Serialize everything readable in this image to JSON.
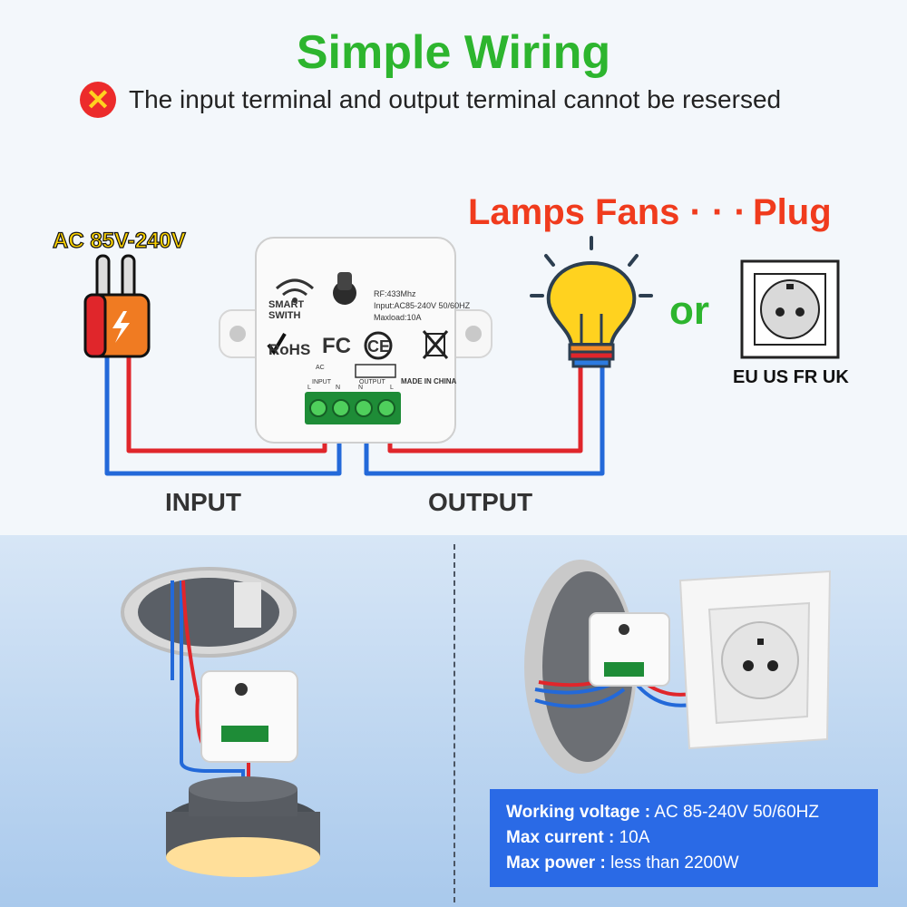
{
  "title": "Simple Wiring",
  "warning": {
    "text": "The input terminal and output terminal cannot be resersed",
    "icon": "x-icon"
  },
  "power_label": "AC 85V-240V",
  "loads_label": "Lamps  Fans · · ·",
  "plug_label": "Plug",
  "or_label": "or",
  "plug_types": "EU  US  FR  UK",
  "input_label": "INPUT",
  "output_label": "OUTPUT",
  "module": {
    "brand_line1": "SMART",
    "brand_line2": "SWITH",
    "rf": "RF:433Mhz",
    "input": "Input:AC85-240V 50/60HZ",
    "maxload": "Maxload:10A",
    "rohs": "RoHS",
    "fc": "FC",
    "ce": "CE",
    "ac": "AC",
    "input_terminal": "INPUT",
    "output_terminal": "OUTPUT",
    "made_in": "MADE IN CHINA",
    "term_l1": "L",
    "term_n1": "N",
    "term_n2": "N",
    "term_l2": "L"
  },
  "specs": {
    "voltage_label": "Working voltage :",
    "voltage_value": "AC 85-240V 50/60HZ",
    "current_label": "Max current :",
    "current_value": "10A",
    "power_label": "Max power :",
    "power_value": "less than 2200W"
  },
  "colors": {
    "title_green": "#2db52e",
    "accent_red": "#f03b1d",
    "wire_red": "#e0262b",
    "wire_blue": "#2369d9",
    "spec_blue": "#2a6ae6"
  }
}
